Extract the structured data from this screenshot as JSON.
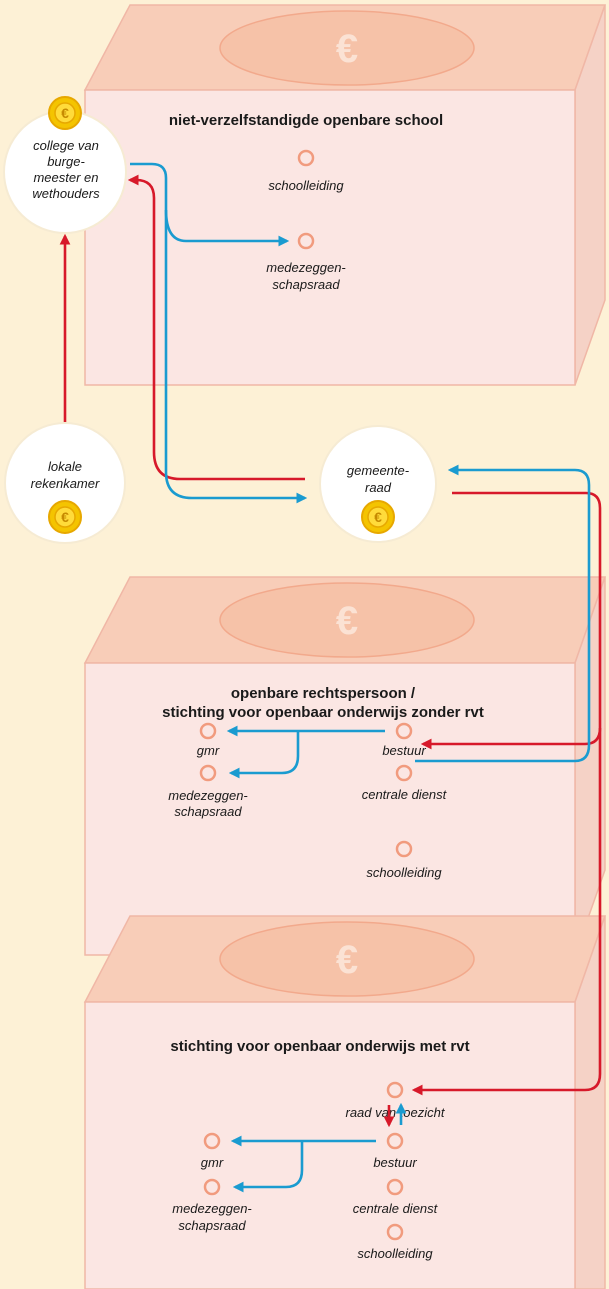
{
  "colors": {
    "background": "#fdf1d6",
    "box_front": "#fbe6e3",
    "box_top": "#f8cdb8",
    "arrow_red": "#d7192a",
    "arrow_blue": "#1a9bd0",
    "coin": "#f4c400",
    "node": "#f19b7e"
  },
  "icons": {
    "euro_coin": "euro-coin-icon",
    "banknote": "euro-banknote-icon"
  },
  "boxes": {
    "top": {
      "title": "niet-verzelfstandigde openbare school",
      "nodes": {
        "schoolleiding": "schoolleiding",
        "mr_line1": "medezeggen-",
        "mr_line2": "schapsraad"
      }
    },
    "middle": {
      "title_line1": "openbare rechtspersoon /",
      "title_line2": "stichting voor openbaar onderwijs zonder rvt",
      "nodes": {
        "gmr": "gmr",
        "mr_line1": "medezeggen-",
        "mr_line2": "schapsraad",
        "bestuur": "bestuur",
        "centrale_dienst": "centrale dienst",
        "schoolleiding": "schoolleiding"
      }
    },
    "bottom": {
      "title": "stichting voor openbaar onderwijs met rvt",
      "nodes": {
        "raad_van_toezicht": "raad van toezicht",
        "gmr": "gmr",
        "mr_line1": "medezeggen-",
        "mr_line2": "schapsraad",
        "bestuur": "bestuur",
        "centrale_dienst": "centrale dienst",
        "schoolleiding": "schoolleiding"
      }
    }
  },
  "actors": {
    "college": {
      "line1": "college van",
      "line2": "burge-",
      "line3": "meester en",
      "line4": "wethouders"
    },
    "rekenkamer": {
      "line1": "lokale",
      "line2": "rekenkamer"
    },
    "gemeenteraad": {
      "line1": "gemeente-",
      "line2": "raad"
    }
  },
  "euro_symbol": "€"
}
